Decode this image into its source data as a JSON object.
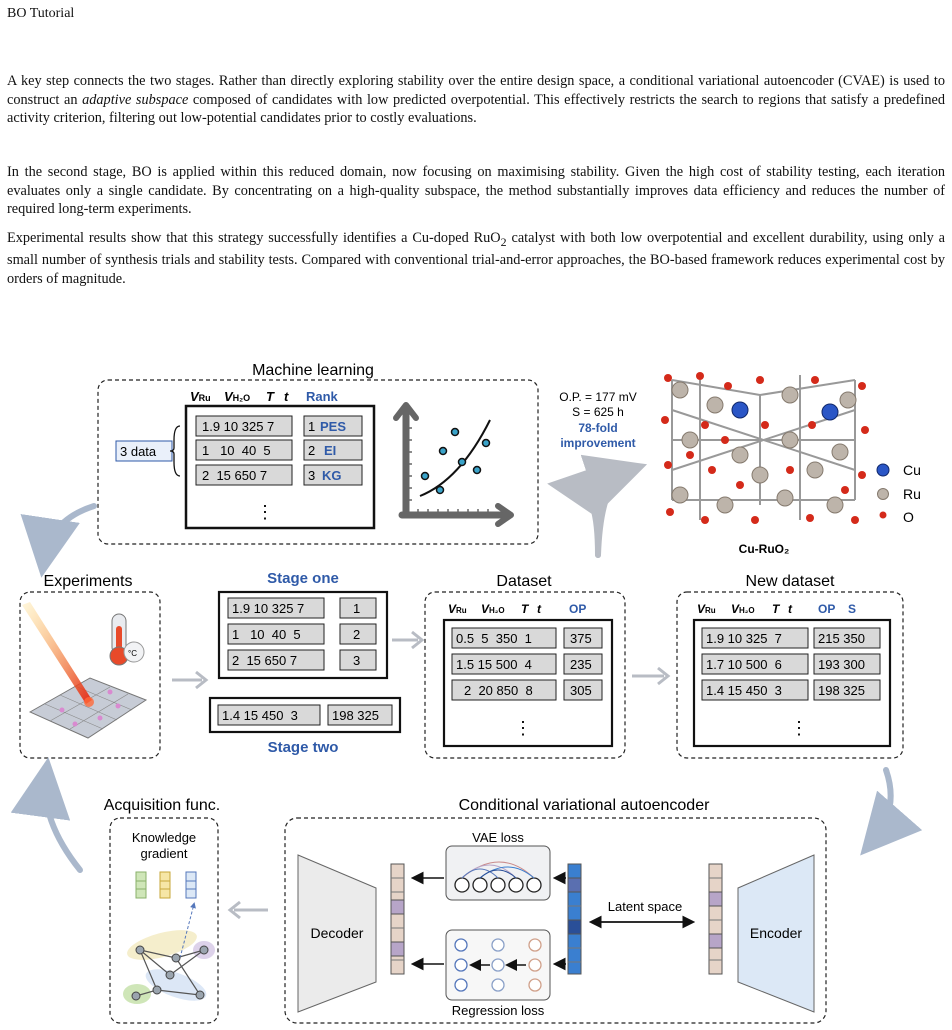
{
  "header": "BO Tutorial",
  "paragraphs": {
    "p1_a": "A key step connects the two stages. Rather than directly exploring stability over the entire design space, a conditional variational autoencoder (CVAE) is used to construct an ",
    "p1_em": "adaptive subspace",
    "p1_b": " composed of candidates with low predicted overpotential. This effectively restricts the search to regions that satisfy a predefined activity criterion, filtering out low-potential candidates prior to costly evaluations.",
    "p2": "In the second stage, BO is applied within this reduced domain, now focusing on maximising stability. Given the high cost of stability testing, each iteration evaluates only a single candidate. By concentrating on a high-quality subspace, the method substantially improves data efficiency and reduces the number of required long-term experiments.",
    "p3_a": "Experimental results show that this strategy successfully identifies a Cu-doped RuO",
    "p3_sub": "2",
    "p3_b": " catalyst with both low overpotential and excellent durability, using only a small number of synthesis trials and stability tests. Compared with conventional trial-and-error approaches, the BO-based framework reduces experimental cost by orders of magnitude."
  },
  "figure": {
    "ml_title": "Machine learning",
    "col_headers": {
      "v_ru": "V",
      "v_ru_sub": "Ru",
      "v_h2o": "V",
      "v_h2o_sub": "H₂O",
      "T": "T",
      "t": "t",
      "rank": "Rank",
      "op": "OP",
      "s": "S"
    },
    "three_data": "3 data",
    "ml_rows": [
      "1.9 10 325 7",
      "1   10  40  5",
      "2  15 650 7"
    ],
    "ml_rank_nums": [
      "1",
      "2",
      "3"
    ],
    "ml_rank_names": [
      "PES",
      "EI",
      "KG"
    ],
    "ellipsis": "⋮",
    "op_line": "O.P. = 177 mV",
    "s_line": "S = 625 h",
    "fold_1": "78-fold",
    "fold_2": "improvement",
    "legend": [
      "Cu",
      "Ru",
      "O"
    ],
    "catalyst_label": "Cu-RuO₂",
    "experiments": "Experiments",
    "stage_one": "Stage one",
    "stage_two": "Stage two",
    "stage_one_rows": [
      "1.9 10 325 7",
      "1   10  40  5",
      "2  15 650 7"
    ],
    "stage_one_vals": [
      "1",
      "2",
      "3"
    ],
    "stage_two_row": "1.4 15 450  3",
    "stage_two_val": "198 325",
    "dataset_title": "Dataset",
    "dataset_rows": [
      "0.5  5  350  1",
      "1.5 15 500  4",
      "2  20 850  8"
    ],
    "dataset_vals": [
      "375",
      "235",
      "305"
    ],
    "new_dataset_title": "New dataset",
    "new_rows": [
      "1.9 10 325  7",
      "1.7 10 500  6",
      "1.4 15 450  3"
    ],
    "new_vals": [
      "215 350",
      "193 300",
      "198 325"
    ],
    "acq_title": "Acquisition  func.",
    "kg_1": "Knowledge",
    "kg_2": "gradient",
    "cvae_title": "Conditional variational autoencoder",
    "decoder": "Decoder",
    "encoder": "Encoder",
    "vae_loss": "VAE loss",
    "regression_loss": "Regression loss",
    "latent_space": "Latent space",
    "thermo_label": "°C",
    "colors": {
      "accent_blue": "#2f5aa8",
      "grey_cell": "#d9d9d9",
      "arrow_grey": "#b8bcc4",
      "arrow_blue": "#aab8cc"
    }
  }
}
